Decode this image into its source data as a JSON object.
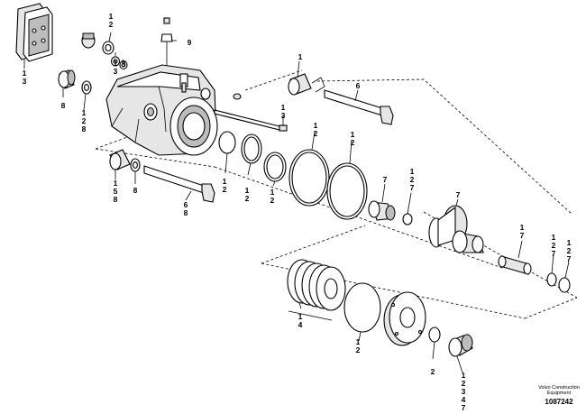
{
  "callouts": {
    "pads": [
      "1",
      "3"
    ],
    "plug_washer": [
      "1",
      "2"
    ],
    "small_washer_a": [
      "1",
      "3"
    ],
    "small_washer_b": [
      "3"
    ],
    "bleed_screw": [
      "9"
    ],
    "guide_bush_top": [
      "1"
    ],
    "long_bolt_top": [
      "6"
    ],
    "cap_left": [
      "8"
    ],
    "washer_left": [
      "1",
      "2",
      "8"
    ],
    "long_screw": [
      "1",
      "3"
    ],
    "bush_lower": [
      "1",
      "5",
      "8"
    ],
    "washer_lower": [
      "8"
    ],
    "bolt_lower": [
      "6",
      "8"
    ],
    "seal_small": [
      "1",
      "2"
    ],
    "ring_a": [
      "1",
      "2"
    ],
    "ring_b": [
      "1",
      "2"
    ],
    "ring_large_a": [
      "1",
      "2"
    ],
    "ring_large_b": [
      "1",
      "2"
    ],
    "piston_small": [
      "7"
    ],
    "washer_mid": [
      "1",
      "2",
      "7"
    ],
    "piston_large": [
      "7"
    ],
    "pin": [
      "1",
      "7"
    ],
    "ring_right_a": [
      "1",
      "2",
      "7"
    ],
    "ring_right_b": [
      "1",
      "2",
      "7"
    ],
    "spring_pack": [
      "1",
      "4"
    ],
    "disc": [
      "1",
      "2"
    ],
    "piston_bottom": [
      "2"
    ],
    "cap_bottom": [
      "1",
      "2",
      "3",
      "4",
      "7"
    ]
  },
  "footer": {
    "line1": "Volvo Construction",
    "line2": "Equipment",
    "code": "1087242"
  }
}
